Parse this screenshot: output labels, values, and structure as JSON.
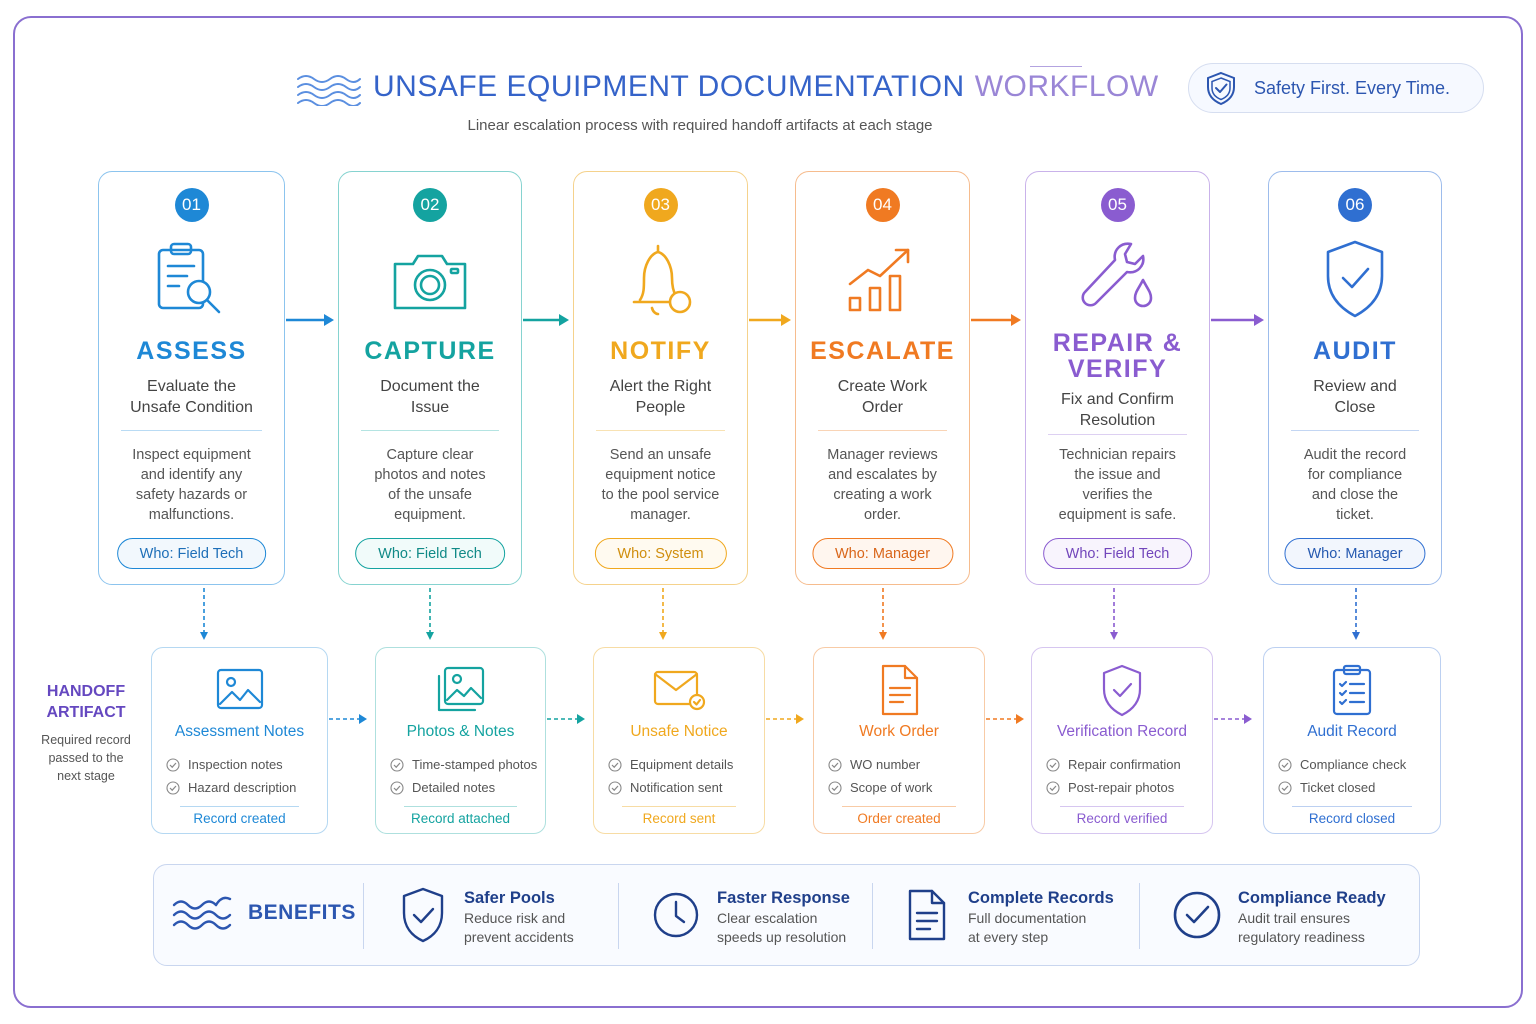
{
  "header": {
    "title_main": "UNSAFE EQUIPMENT DOCUMENTATION",
    "title_tail": "WORKFLOW",
    "subtitle": "Linear escalation process with required handoff artifacts at each stage",
    "safety_badge": "Safety First. Every Time."
  },
  "stages": [
    {
      "num": "01",
      "name": "ASSESS",
      "sub_1": "Evaluate the",
      "sub_2": "Unsafe Condition",
      "desc_1": "Inspect equipment",
      "desc_2": "and identify any",
      "desc_3": "safety hazards or",
      "desc_4": "malfunctions.",
      "who": "Who: Field Tech",
      "color": "#1e88d6",
      "icon": "clipboard-search-icon"
    },
    {
      "num": "02",
      "name": "CAPTURE",
      "sub_1": "Document the",
      "sub_2": "Issue",
      "desc_1": "Capture clear",
      "desc_2": "photos and notes",
      "desc_3": "of the unsafe",
      "desc_4": "equipment.",
      "who": "Who: Field Tech",
      "color": "#14a3a0",
      "icon": "camera-icon"
    },
    {
      "num": "03",
      "name": "NOTIFY",
      "sub_1": "Alert the Right",
      "sub_2": "People",
      "desc_1": "Send an unsafe",
      "desc_2": "equipment notice",
      "desc_3": "to the pool service",
      "desc_4": "manager.",
      "who": "Who: System",
      "color": "#f0a81e",
      "icon": "bell-icon"
    },
    {
      "num": "04",
      "name": "ESCALATE",
      "sub_1": "Create Work",
      "sub_2": "Order",
      "desc_1": "Manager reviews",
      "desc_2": "and escalates by",
      "desc_3": "creating a work",
      "desc_4": "order.",
      "who": "Who: Manager",
      "color": "#f07a22",
      "icon": "trend-chart-icon"
    },
    {
      "num": "05",
      "name_1": "REPAIR &",
      "name_2": "VERIFY",
      "sub_1": "Fix and Confirm",
      "sub_2": "Resolution",
      "desc_1": "Technician repairs",
      "desc_2": "the issue and",
      "desc_3": "verifies the",
      "desc_4": "equipment is safe.",
      "who": "Who: Field Tech",
      "color": "#8a5cd0",
      "icon": "wrench-drop-icon"
    },
    {
      "num": "06",
      "name": "AUDIT",
      "sub_1": "Review and",
      "sub_2": "Close",
      "desc_1": "Audit the record",
      "desc_2": "for compliance",
      "desc_3": "and close the",
      "desc_4": "ticket.",
      "who": "Who: Manager",
      "color": "#2f6fd1",
      "icon": "shield-check-icon"
    }
  ],
  "handoff": {
    "label_1": "HANDOFF",
    "label_2": "ARTIFACT",
    "sub_1": "Required record",
    "sub_2": "passed to the",
    "sub_3": "next stage"
  },
  "artifacts": [
    {
      "title": "Assessment Notes",
      "item_1": "Inspection notes",
      "item_2": "Hazard description",
      "status": "Record created",
      "icon": "image-icon"
    },
    {
      "title": "Photos & Notes",
      "item_1": "Time-stamped photos",
      "item_2": "Detailed notes",
      "status": "Record attached",
      "icon": "photos-icon"
    },
    {
      "title": "Unsafe Notice",
      "item_1": "Equipment details",
      "item_2": "Notification sent",
      "status": "Record sent",
      "icon": "envelope-icon"
    },
    {
      "title": "Work Order",
      "item_1": "WO number",
      "item_2": "Scope of work",
      "status": "Order created",
      "icon": "document-icon"
    },
    {
      "title": "Verification Record",
      "item_1": "Repair confirmation",
      "item_2": "Post-repair photos",
      "status": "Record verified",
      "icon": "shield-check-icon"
    },
    {
      "title": "Audit Record",
      "item_1": "Compliance check",
      "item_2": "Ticket closed",
      "status": "Record closed",
      "icon": "checklist-icon"
    }
  ],
  "benefits": {
    "title": "BENEFITS",
    "items": [
      {
        "name": "Safer Pools",
        "desc_1": "Reduce risk and",
        "desc_2": "prevent accidents",
        "icon": "shield-check-icon"
      },
      {
        "name": "Faster Response",
        "desc_1": "Clear escalation",
        "desc_2": "speeds up resolution",
        "icon": "clock-icon"
      },
      {
        "name": "Complete Records",
        "desc_1": "Full documentation",
        "desc_2": "at every step",
        "icon": "document-icon"
      },
      {
        "name": "Compliance Ready",
        "desc_1": "Audit trail ensures",
        "desc_2": "regulatory readiness",
        "icon": "check-circle-icon"
      }
    ]
  }
}
